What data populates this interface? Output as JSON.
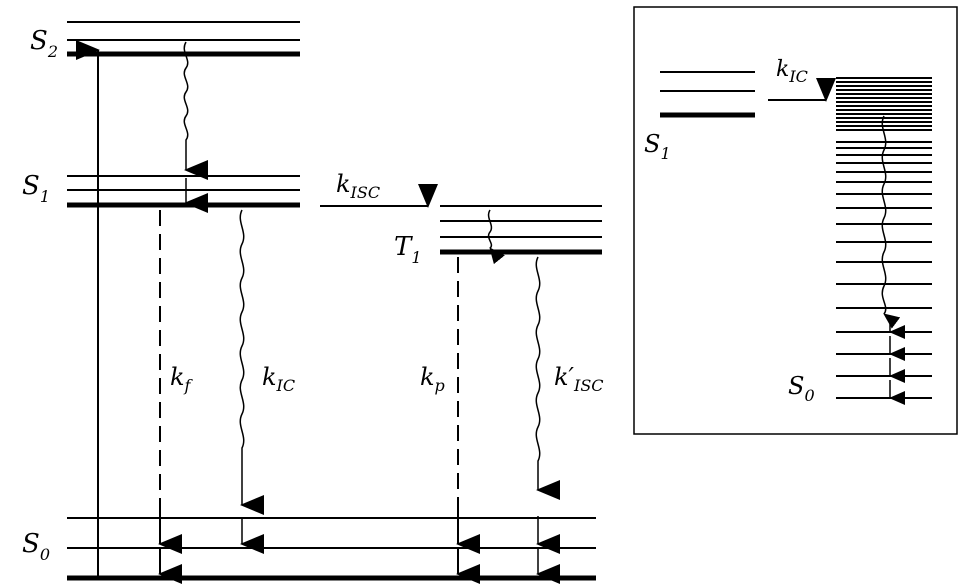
{
  "main_diagram": {
    "state_s2": {
      "letter": "S",
      "sub": "2"
    },
    "state_s1": {
      "letter": "S",
      "sub": "1"
    },
    "state_t1": {
      "letter": "T",
      "sub": "1"
    },
    "state_s0": {
      "letter": "S",
      "sub": "0"
    },
    "rate_isc": {
      "k": "k",
      "sub": "ISC"
    },
    "rate_f": {
      "k": "k",
      "sub": "f"
    },
    "rate_ic": {
      "k": "k",
      "sub": "IC"
    },
    "rate_p": {
      "k": "k",
      "sub": "p"
    },
    "rate_isc_prime": {
      "k": "k′",
      "sub": "ISC"
    }
  },
  "inset": {
    "state_s1": {
      "letter": "S",
      "sub": "1"
    },
    "state_s0": {
      "letter": "S",
      "sub": "0"
    },
    "rate_ic": {
      "k": "k",
      "sub": "IC"
    }
  },
  "colors": {
    "ink": "#000000",
    "background": "#ffffff"
  }
}
